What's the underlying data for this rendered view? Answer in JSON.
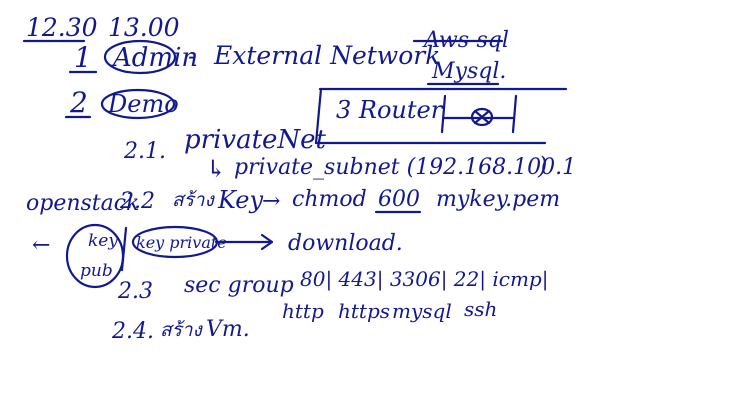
{
  "whiteboard": {
    "ink_color": "#12198f",
    "background_color": "#ffffff",
    "times": {
      "start": "12.30",
      "end": "13.00"
    },
    "line1": {
      "number": "1",
      "label": "Admin",
      "dash": "-",
      "text": "External Network"
    },
    "db": {
      "struck": "Aws-sql",
      "replacement": "Mysql."
    },
    "line2": {
      "number": "2",
      "label": "Demo"
    },
    "router": {
      "text": "3 Router"
    },
    "s21": {
      "number": "2.1.",
      "text": "privateNet"
    },
    "subnet": {
      "arrow": "↳",
      "text": "private_subnet (192.168.100.1",
      "close": ")"
    },
    "s22": {
      "prefix": "openstack",
      "number": "2.2",
      "thai": "สร้าง",
      "text": "Key",
      "arrow": "→",
      "cmd": "chmod",
      "mode": "600",
      "file": "mykey.pem"
    },
    "keys": {
      "left_arrow": "←",
      "pub_key": "key",
      "pub": "pub",
      "private": "key private",
      "download": "download."
    },
    "s23": {
      "number": "2.3",
      "text": "sec group",
      "ports": "80| 443| 3306| 22| icmp|"
    },
    "protocols": {
      "http": "http",
      "https": "https",
      "mysql": "mysql",
      "ssh": "ssh"
    },
    "s24": {
      "number": "2.4.",
      "thai": "สร้าง",
      "text": "Vm."
    }
  }
}
